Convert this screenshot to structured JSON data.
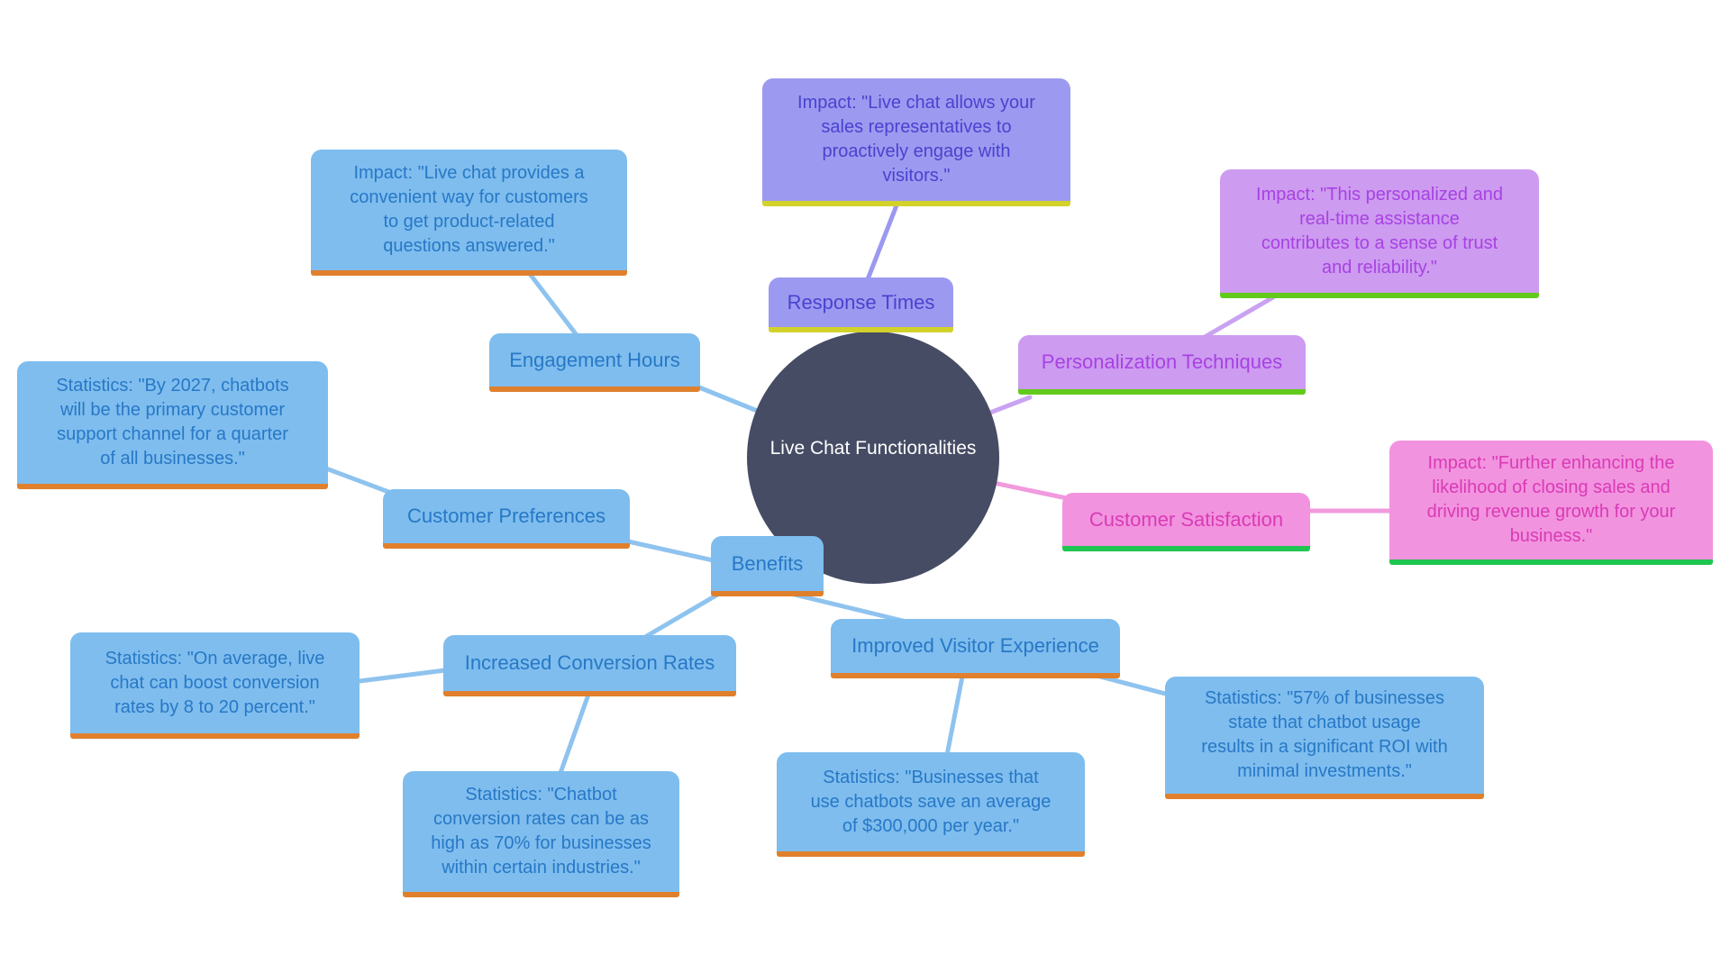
{
  "diagram": {
    "type": "mindmap",
    "center": {
      "label": "Live Chat Functionalities"
    },
    "nodes": {
      "response_times": {
        "label": "Response Times"
      },
      "response_times_impact": {
        "text": "Impact: \"Live chat allows your\nsales representatives to\nproactively engage with\nvisitors.\""
      },
      "engagement_hours": {
        "label": "Engagement Hours"
      },
      "engagement_hours_impact": {
        "text": "Impact: \"Live chat provides a\nconvenient way for customers\nto get product-related\nquestions answered.\""
      },
      "customer_preferences": {
        "label": "Customer Preferences"
      },
      "customer_preferences_stat": {
        "text": "Statistics: \"By 2027, chatbots\nwill be the primary customer\nsupport channel for a quarter\nof all businesses.\""
      },
      "benefits": {
        "label": "Benefits"
      },
      "personalization_techniques": {
        "label": "Personalization Techniques"
      },
      "personalization_techniques_impact": {
        "text": "Impact: \"This personalized and\nreal-time assistance\ncontributes to a sense of trust\nand reliability.\""
      },
      "customer_satisfaction": {
        "label": "Customer Satisfaction"
      },
      "customer_satisfaction_impact": {
        "text": "Impact: \"Further enhancing the\nlikelihood of closing sales and\ndriving revenue growth for your\nbusiness.\""
      },
      "increased_conversion_rates": {
        "label": "Increased Conversion Rates"
      },
      "increased_conversion_rates_stat1": {
        "text": "Statistics: \"On average, live\nchat can boost conversion\nrates by 8 to 20 percent.\""
      },
      "increased_conversion_rates_stat2": {
        "text": "Statistics: \"Chatbot\nconversion rates can be as\nhigh as 70% for businesses\nwithin certain industries.\""
      },
      "improved_visitor_experience": {
        "label": "Improved Visitor Experience"
      },
      "improved_visitor_experience_stat1": {
        "text": "Statistics: \"Businesses that\nuse chatbots save an average\nof $300,000 per year.\""
      },
      "improved_visitor_experience_stat2": {
        "text": "Statistics: \"57% of businesses\nstate that chatbot usage\nresults in a significant ROI with\nminimal investments.\""
      }
    },
    "edges": [
      {
        "from": "center",
        "to": "response_times"
      },
      {
        "from": "response_times",
        "to": "response_times_impact"
      },
      {
        "from": "center",
        "to": "engagement_hours"
      },
      {
        "from": "engagement_hours",
        "to": "engagement_hours_impact"
      },
      {
        "from": "customer_preferences",
        "to": "customer_preferences_stat"
      },
      {
        "from": "benefits",
        "to": "customer_preferences"
      },
      {
        "from": "center",
        "to": "benefits"
      },
      {
        "from": "benefits",
        "to": "increased_conversion_rates"
      },
      {
        "from": "benefits",
        "to": "improved_visitor_experience"
      },
      {
        "from": "increased_conversion_rates",
        "to": "increased_conversion_rates_stat1"
      },
      {
        "from": "increased_conversion_rates",
        "to": "increased_conversion_rates_stat2"
      },
      {
        "from": "improved_visitor_experience",
        "to": "improved_visitor_experience_stat1"
      },
      {
        "from": "improved_visitor_experience",
        "to": "improved_visitor_experience_stat2"
      },
      {
        "from": "center",
        "to": "personalization_techniques"
      },
      {
        "from": "personalization_techniques",
        "to": "personalization_techniques_impact"
      },
      {
        "from": "center",
        "to": "customer_satisfaction"
      },
      {
        "from": "customer_satisfaction",
        "to": "customer_satisfaction_impact"
      }
    ],
    "palette": {
      "center_fill": "#464C64",
      "center_text": "#FFFFFF",
      "blue_fill": "#7EBDEE",
      "blue_text": "#2878C6",
      "blue_underline": "#E0802D",
      "purple_fill": "#9C9AF0",
      "purple_text": "#4A42CF",
      "purple_underline": "#D2D22B",
      "violet_fill": "#CD9BF0",
      "violet_text": "#A742E2",
      "violet_underline": "#62CA1B",
      "pink_fill": "#F293DF",
      "pink_text": "#D93BB5",
      "pink_underline": "#1FC551",
      "connector_blue": "#8FC3EF",
      "connector_purple": "#9A98EF",
      "connector_violet": "#C9A3F1",
      "connector_pink": "#F19ADE"
    }
  }
}
